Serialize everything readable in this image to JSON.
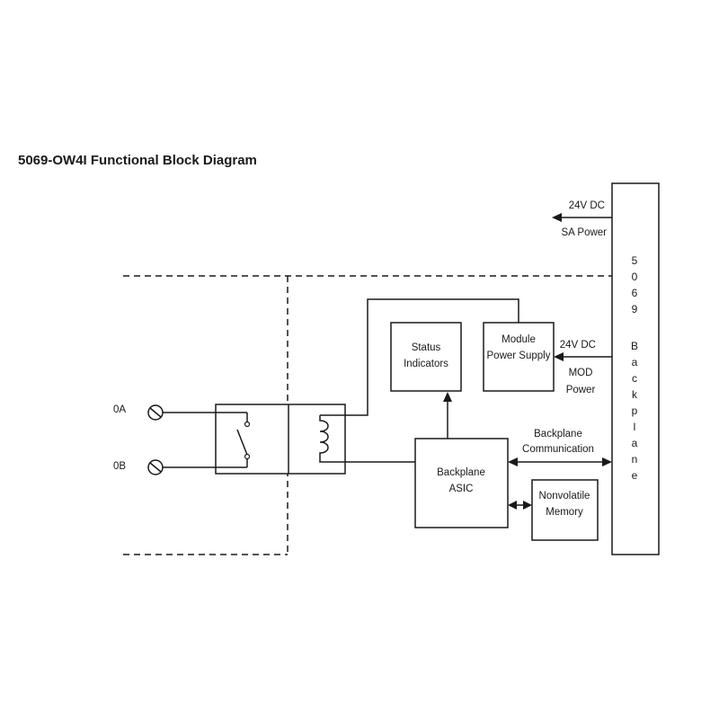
{
  "title": "5069-OW4I Functional Block Diagram",
  "terminals": {
    "a": "0A",
    "b": "0B"
  },
  "blocks": {
    "status_indicators": [
      "Status",
      "Indicators"
    ],
    "module_power_supply": [
      "Module",
      "Power Supply"
    ],
    "backplane_asic": [
      "Backplane",
      "ASIC"
    ],
    "nonvolatile_memory": [
      "Nonvolatile",
      "Memory"
    ]
  },
  "backplane_bus": {
    "chars": [
      "5",
      "0",
      "6",
      "9",
      "",
      "B",
      "a",
      "c",
      "k",
      "p",
      "l",
      "a",
      "n",
      "e"
    ]
  },
  "labels": {
    "sa_voltage": "24V DC",
    "sa_power": "SA Power",
    "mod_voltage": "24V DC",
    "mod_power": [
      "MOD",
      "Power"
    ],
    "backplane_comm": [
      "Backplane",
      "Communication"
    ]
  }
}
